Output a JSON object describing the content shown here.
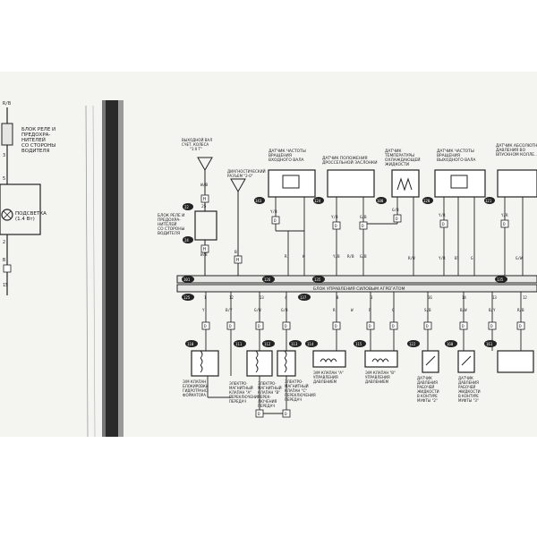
{
  "left_page": {
    "wire_top": "R/B",
    "relay_label": "БЛОК РЕЛЕ И ПРЕДОХРА-НИТЕЛЕЙ СО СТОРОНЫ ВОДИТЕЛЯ",
    "pin_top": "3",
    "pin_mid": "5",
    "lamp_label": "ПОДСВЕТКА (1.4 Вт)",
    "pin_low": "2",
    "wire_low": "B",
    "pin_bottom": "15"
  },
  "diagram": {
    "top_left_note": "ВЫХОДНОЙ ВАЛ СЧЕТ. КОЛЕСА \"1:0 Т\"",
    "mid_note": "ДИАГНОСТИЧЕСКИЙ РАЗЪЕМ \"2-0\"",
    "relay_block_label": "БЛОК РЕЛЕ И ПРЕДОХРА-НИТЕЛЕЙ СО СТОРОНЫ ВОДИТЕЛЯ",
    "relay_pins": [
      "22",
      "25",
      "24"
    ],
    "relay_conn": [
      "H",
      "H"
    ],
    "wire_wb": "W/B",
    "wire_b": "B",
    "sensors": [
      {
        "label": "ДАТЧИК ЧАСТОТЫ ВРАЩЕНИЯ ВХОДНОГО ВАЛА",
        "num": "143"
      },
      {
        "label": "ДАТЧИК ПОЛОЖЕНИЯ ДРОССЕЛЬНОЙ ЗАСЛОНКИ",
        "num": "124"
      },
      {
        "label": "ДАТЧИК ТЕМПЕРАТУРЫ ОХЛАЖДАЮЩЕЙ ЖИДКОСТИ",
        "num": "100"
      },
      {
        "label": "ДАТЧИК ЧАСТОТЫ ВРАЩЕНИЯ ВЫХОДНОГО ВАЛА",
        "num": "120"
      },
      {
        "label": "ДАТЧИК АБСОЛЮТНОГО ДАВЛЕНИЯ ВО ВПУСКНОМ КОЛЛЕКТОРЕ",
        "num": "121"
      }
    ],
    "sensor_wires": [
      "Y/B",
      "Y/B",
      "G/B",
      "G/B",
      "Y/R",
      "Y/R"
    ],
    "pcm_upper_pins": [
      "1",
      "9",
      "11",
      "12",
      "31",
      "12",
      "13",
      "14",
      "16",
      "12",
      "16",
      "14",
      "17",
      "11",
      "9"
    ],
    "pcm_upper_wires": [
      "W/B",
      "B",
      "R",
      "W",
      "Y/B",
      "R/B",
      "G/B",
      "R/W",
      "Y/R",
      "Bl",
      "G",
      "G/W",
      "G/W"
    ],
    "pcm_upper_conn_num": [
      "101",
      "126",
      "135",
      "135"
    ],
    "pcm_label": "БЛОК УПРАВЛЕНИЯ СИЛОВЫМ АГРЕГАТОМ",
    "pcm_lower_conn_num": [
      "125",
      "137"
    ],
    "pcm_lower_pins": [
      "1",
      "12",
      "13",
      "4",
      "8",
      "3",
      "16",
      "14",
      "13",
      "12",
      "17"
    ],
    "output_wires": [
      "Y",
      "B/Y",
      "G/W",
      "G/B",
      "R",
      "W",
      "P",
      "G",
      "S/B",
      "B/W",
      "B/Y",
      "R/B"
    ],
    "outputs": [
      {
        "num": "110",
        "label": "Э/М КЛАПАН БЛОКИРОВКИ ГИДРОТРАНС-ФОРМАТОРА"
      },
      {
        "num": "111",
        "label": "ЭЛЕКТРО-МАГНИТНЫЙ КЛАПАН \"A\" ПЕРЕКЛЮЧЕНИЯ ПЕРЕДАЧ"
      },
      {
        "num": "112",
        "label": "ЭЛЕКТРО-МАГНИТНЫЙ КЛАПАН \"B\" ПЕРЕК-ЛЮЧЕНИЯ ПЕРЕДАЧ"
      },
      {
        "num": "113",
        "label": "ЭЛЕКТРО-МАГНИТНЫЙ КЛАПАН \"C\" ПЕРЕКЛЮЧЕНИЯ ПЕРЕДАЧ"
      },
      {
        "num": "114",
        "label": "Э/М КЛАПАН \"A\" УПРАВЛЕНИЯ ДАВЛЕНИЕМ"
      },
      {
        "num": "115",
        "label": "Э/М КЛАПАН \"B\" УПРАВЛЕНИЯ ДАВЛЕНИЕМ"
      },
      {
        "num": "122",
        "label": "ДАТЧИК ДАВЛЕНИЯ РАБОЧЕЙ ЖИДКОСТИ В КОНТУРЕ МУФТЫ \"2\""
      },
      {
        "num": "160",
        "label": "ДАТЧИК ДАВЛЕНИЯ РАБОЧЕЙ ЖИДКОСТИ В КОНТУРЕ МУФТЫ \"3\""
      },
      {
        "num": "161",
        "label": ""
      }
    ],
    "conn_letter": "D"
  }
}
